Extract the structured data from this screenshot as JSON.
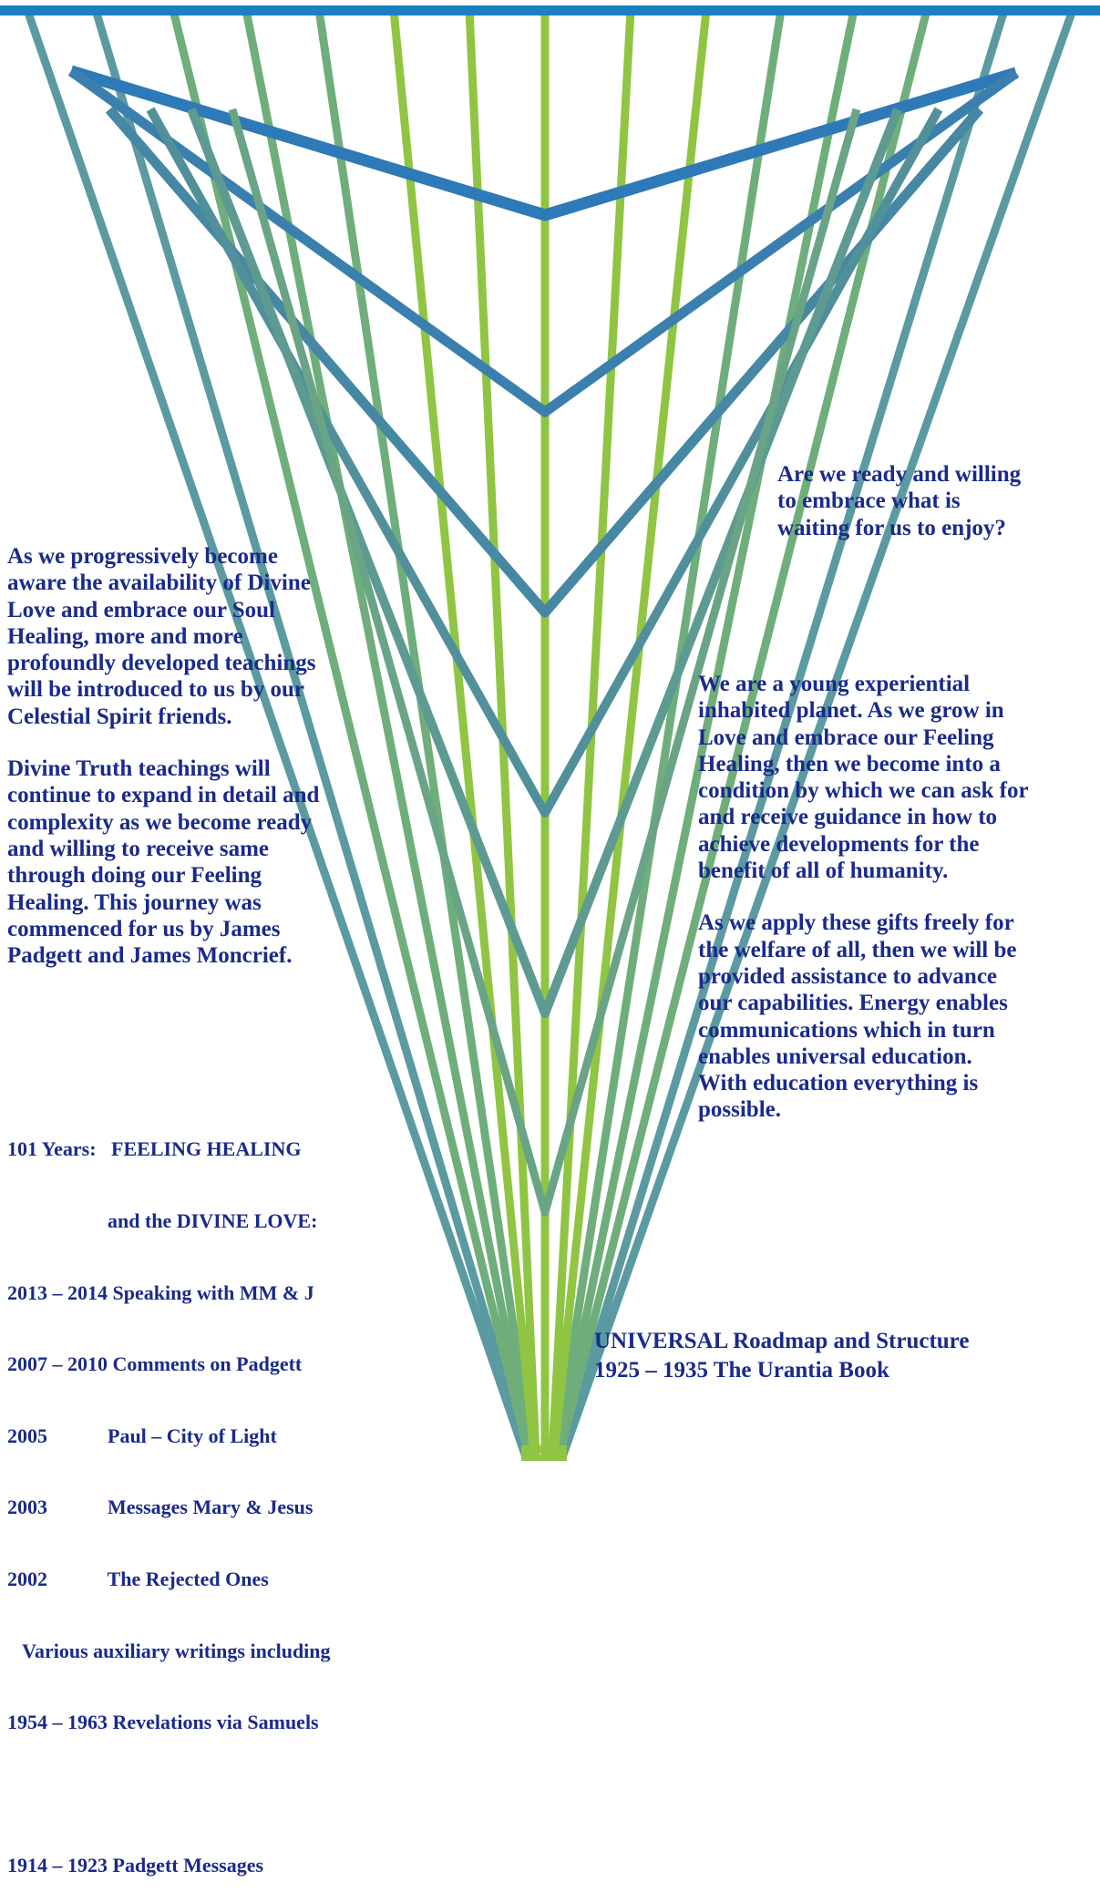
{
  "colors": {
    "text": "#1a2a8c",
    "top_bar": "#1a7fc4",
    "v_lines": [
      "#2e7ab8",
      "#3a7fae",
      "#4687a4",
      "#51909b",
      "#5d9a92",
      "#6aa486"
    ],
    "fan_outer": "#5a9aa0",
    "fan_mid": "#6fae7a",
    "fan_inner": "#8fc543"
  },
  "question": {
    "text": "Are we ready and willing\nto embrace what is\nwaiting for us to enjoy?"
  },
  "left": {
    "paragraph1": "As we progressively become\naware the availability of Divine\nLove and embrace our Soul\nHealing, more and more\nprofoundly developed teachings\nwill be introduced to us by our\nCelestial Spirit friends.",
    "paragraph2": "Divine Truth teachings will\ncontinue to expand in detail and\ncomplexity as we become ready\nand willing to receive same\nthrough doing our Feeling\nHealing.  This journey was\ncommenced for us by James\nPadgett and James Moncrief."
  },
  "timeline": {
    "header_line1": "101 Years:   FEELING HEALING",
    "header_line2": "                    and the DIVINE LOVE:",
    "items": [
      "2013 – 2014 Speaking with MM & J",
      "2007 – 2010 Comments on Padgett",
      "2005            Paul – City of Light",
      "2003            Messages Mary & Jesus",
      "2002            The Rejected Ones",
      "   Various auxiliary writings including",
      "1954 – 1963 Revelations via Samuels"
    ],
    "padgett": "1914 – 1923 Padgett Messages"
  },
  "right": {
    "paragraph1": "We are a young experiential\ninhabited planet.  As we grow in\nLove and embrace our Feeling\nHealing, then we become into a\ncondition by which we can ask for\nand receive guidance in how to\nachieve developments for the\nbenefit of all of humanity.",
    "paragraph2": "As we apply these gifts freely for\nthe welfare of all, then we will be\nprovided assistance to advance\nour capabilities.  Energy enables\ncommunications which in turn\nenables universal education.\nWith education everything is\npossible."
  },
  "urantia": {
    "line1": "UNIVERSAL Roadmap and Structure",
    "line2": "1925 – 1935 The Urantia Book"
  }
}
